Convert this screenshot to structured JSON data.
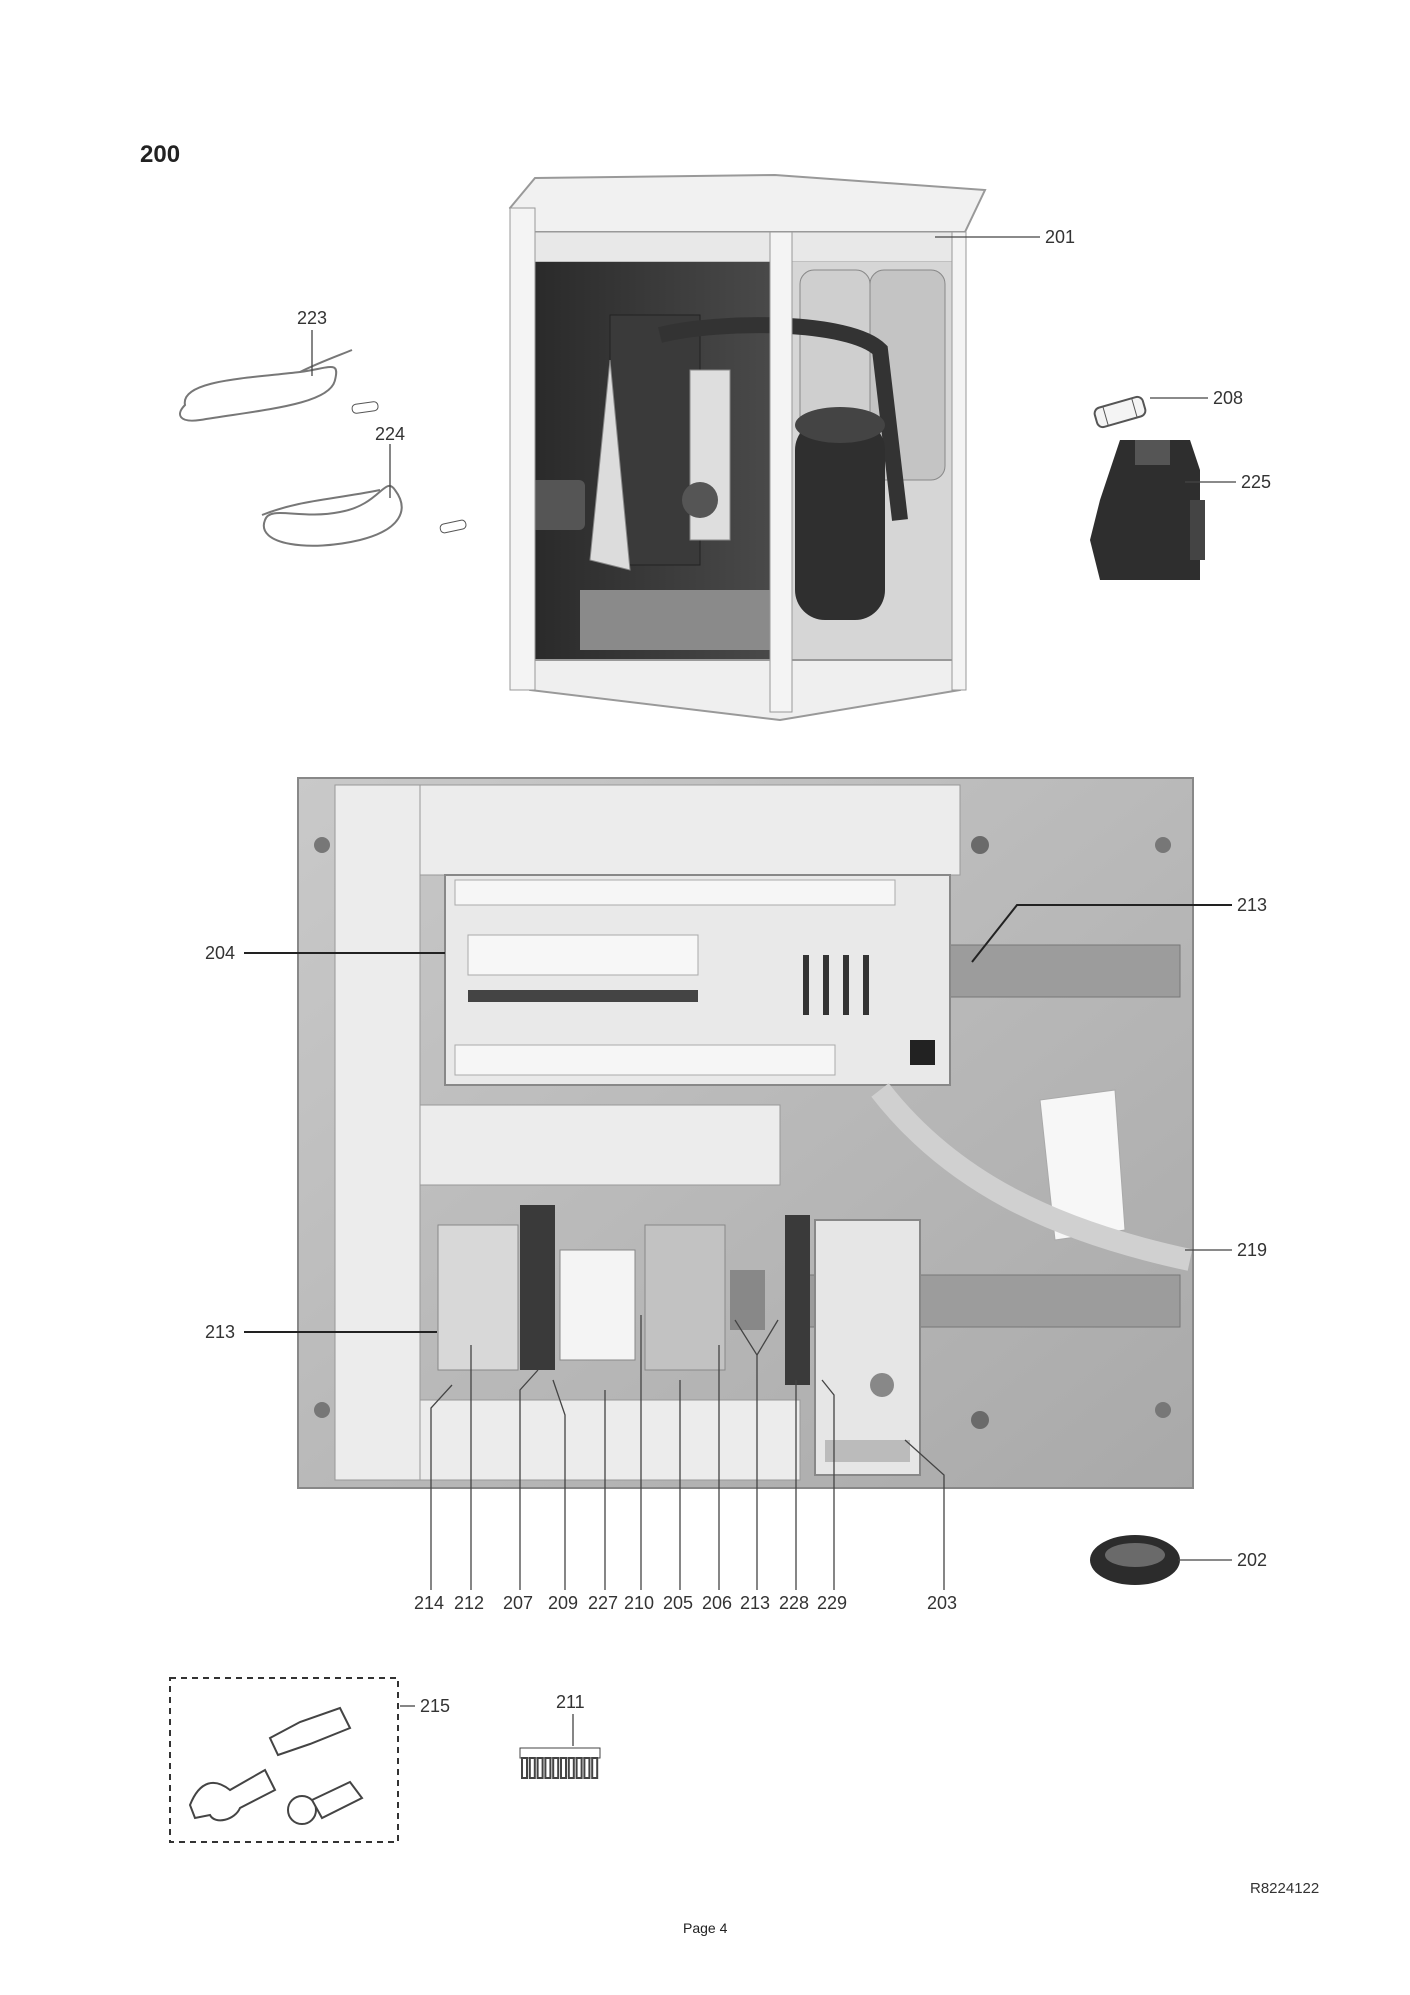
{
  "diagram": {
    "title": "200",
    "reference": "R8224122",
    "page_label": "Page 4",
    "part_labels": [
      "201",
      "223",
      "224",
      "208",
      "225",
      "213",
      "204",
      "219",
      "213",
      "214",
      "212",
      "207",
      "209",
      "227",
      "210",
      "205",
      "206",
      "213",
      "228",
      "229",
      "203",
      "202",
      "215",
      "211"
    ]
  }
}
